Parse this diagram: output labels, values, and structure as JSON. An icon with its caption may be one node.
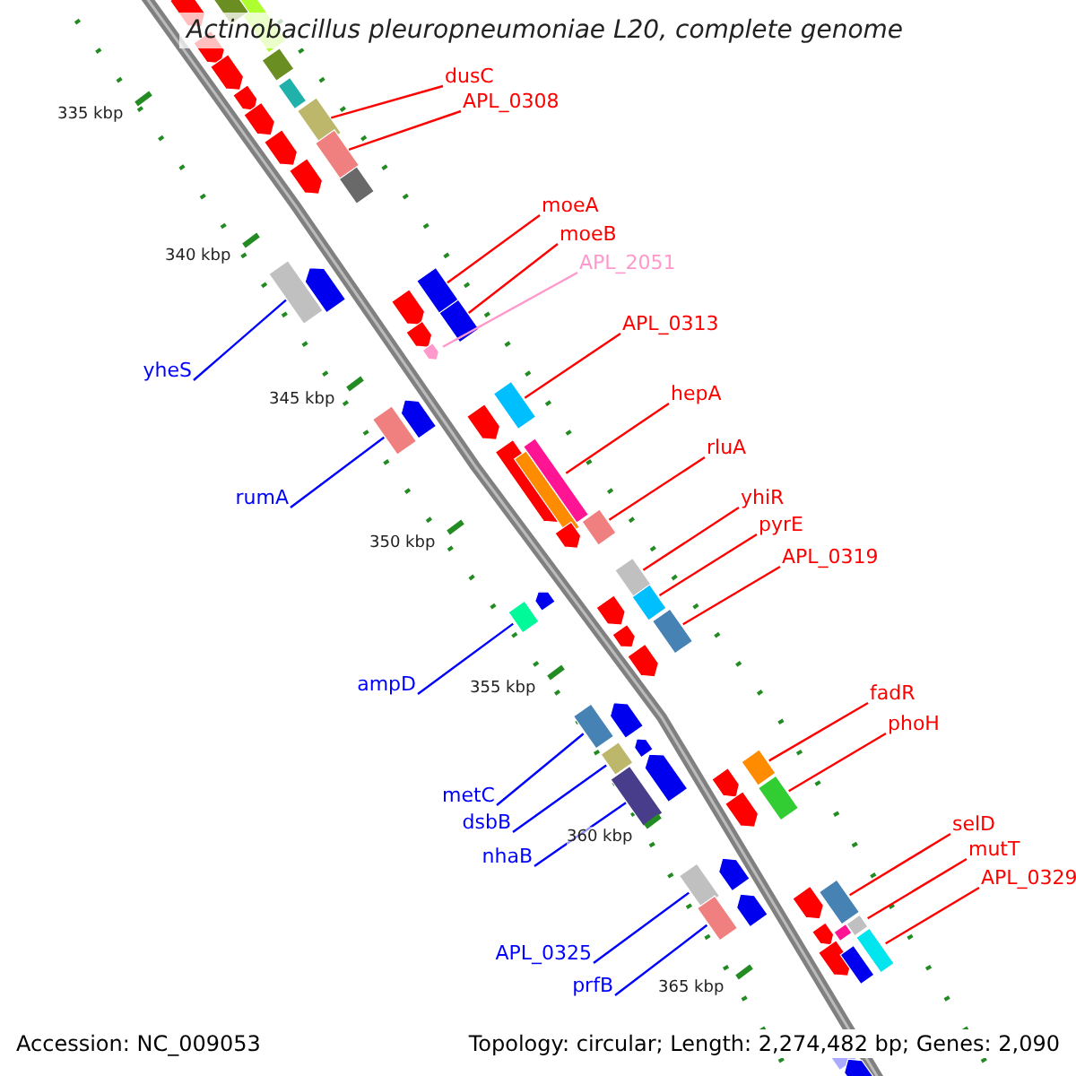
{
  "diagram": {
    "title": "Actinobacillus pleuropneumoniae L20, complete genome",
    "nodes": [
      {
        "text": [
          "dusC"
        ]
      },
      {
        "text": [],
        "shape": "bar"
      },
      {
        "text": [
          "APL_0308"
        ]
      },
      {
        "text": [],
        "shape": "bar"
      },
      {
        "text": [
          "moeA"
        ]
      },
      {
        "text": [],
        "shape": "bar"
      },
      {
        "text": [
          "moeB"
        ]
      },
      {
        "text": [],
        "shape": "bar"
      },
      {
        "text": [
          "APL_2051"
        ]
      },
      {
        "text": [],
        "shape": "arrow"
      },
      {
        "text": [
          "APL_0313"
        ]
      },
      {
        "text": [],
        "shape": "bar"
      },
      {
        "text": [
          "hepA"
        ]
      },
      {
        "text": [],
        "shape": "bar"
      },
      {
        "text": [
          "rluA"
        ]
      },
      {
        "text": [],
        "shape": "bar"
      },
      {
        "text": [
          "yhiR"
        ]
      },
      {
        "text": [],
        "shape": "bar"
      },
      {
        "text": [
          "pyrE"
        ]
      },
      {
        "text": [],
        "shape": "bar"
      },
      {
        "text": [
          "APL_0319"
        ]
      },
      {
        "text": [],
        "shape": "bar"
      },
      {
        "text": [
          "fadR"
        ]
      },
      {
        "text": [],
        "shape": "bar"
      },
      {
        "text": [
          "phoH"
        ]
      },
      {
        "text": [],
        "shape": "bar"
      },
      {
        "text": [
          "selD"
        ]
      },
      {
        "text": [],
        "shape": "bar"
      },
      {
        "text": [
          "mutT"
        ]
      },
      {
        "text": [],
        "shape": "bar"
      },
      {
        "text": [
          "APL_0329"
        ]
      },
      {
        "text": [],
        "shape": "bar"
      },
      {
        "text": [
          "yheS"
        ]
      },
      {
        "text": [],
        "shape": "bar"
      },
      {
        "text": [
          "rumA"
        ]
      },
      {
        "text": [],
        "shape": "bar"
      },
      {
        "text": [
          "ampD"
        ]
      },
      {
        "text": [],
        "shape": "bar"
      },
      {
        "text": [
          "metC"
        ]
      },
      {
        "text": [],
        "shape": "bar"
      },
      {
        "text": [
          "dsbB"
        ]
      },
      {
        "text": [],
        "shape": "bar"
      },
      {
        "text": [
          "nhaB"
        ]
      },
      {
        "text": [],
        "shape": "bar"
      },
      {
        "text": [
          "APL_0325"
        ]
      },
      {
        "text": [],
        "shape": "bar"
      },
      {
        "text": [
          "prfB"
        ]
      },
      {
        "text": [],
        "shape": "bar"
      }
    ],
    "edges": [
      {
        "from": 0,
        "to": 1,
        "arrow": "none"
      },
      {
        "from": 2,
        "to": 3,
        "arrow": "none"
      },
      {
        "from": 4,
        "to": 5,
        "arrow": "none"
      },
      {
        "from": 6,
        "to": 7,
        "arrow": "none"
      },
      {
        "from": 8,
        "to": 9,
        "arrow": "none",
        "color": "#ff99cc"
      },
      {
        "from": 10,
        "to": 11,
        "arrow": "none"
      },
      {
        "from": 12,
        "to": 13,
        "arrow": "none"
      },
      {
        "from": 14,
        "to": 15,
        "arrow": "none"
      },
      {
        "from": 16,
        "to": 17,
        "arrow": "none"
      },
      {
        "from": 18,
        "to": 19,
        "arrow": "none"
      },
      {
        "from": 20,
        "to": 21,
        "arrow": "none"
      },
      {
        "from": 22,
        "to": 23,
        "arrow": "none"
      },
      {
        "from": 24,
        "to": 25,
        "arrow": "none"
      },
      {
        "from": 26,
        "to": 27,
        "arrow": "none"
      },
      {
        "from": 28,
        "to": 29,
        "arrow": "none"
      },
      {
        "from": 30,
        "to": 31,
        "arrow": "none"
      },
      {
        "from": 32,
        "to": 33,
        "arrow": "none",
        "color": "#0000ff"
      },
      {
        "from": 34,
        "to": 35,
        "arrow": "none",
        "color": "#0000ff"
      },
      {
        "from": 36,
        "to": 37,
        "arrow": "none",
        "color": "#0000ff"
      },
      {
        "from": 38,
        "to": 39,
        "arrow": "none",
        "color": "#0000ff"
      },
      {
        "from": 40,
        "to": 41,
        "arrow": "none",
        "color": "#0000ff"
      },
      {
        "from": 42,
        "to": 43,
        "arrow": "none",
        "color": "#0000ff"
      },
      {
        "from": 44,
        "to": 45,
        "arrow": "none",
        "color": "#0000ff"
      },
      {
        "from": 46,
        "to": 47,
        "arrow": "none",
        "color": "#0000ff"
      }
    ],
    "labels": [
      "335 kbp",
      "340 kbp",
      "345 kbp",
      "350 kbp",
      "355 kbp",
      "360 kbp",
      "365 kbp",
      "Accession: NC_009053",
      "Topology: circular; Length: 2,274,482 bp; Genes: 2,090"
    ]
  }
}
